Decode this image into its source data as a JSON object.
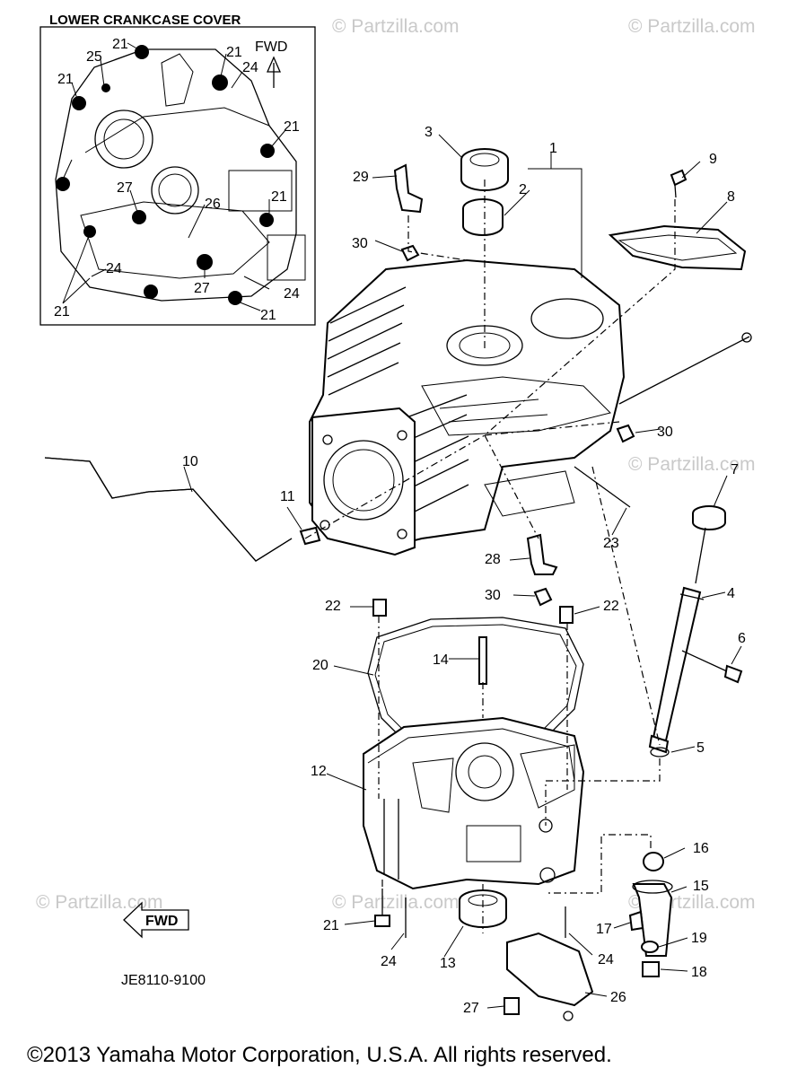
{
  "inset": {
    "title": "LOWER CRANKCASE COVER",
    "fwd_label": "FWD",
    "labels": [
      {
        "key": "a",
        "text": "21"
      },
      {
        "key": "b",
        "text": "25"
      },
      {
        "key": "c",
        "text": "21"
      },
      {
        "key": "d",
        "text": "21"
      },
      {
        "key": "e",
        "text": "24"
      },
      {
        "key": "f",
        "text": "21"
      },
      {
        "key": "g",
        "text": "27"
      },
      {
        "key": "h",
        "text": "26"
      },
      {
        "key": "i",
        "text": "21"
      },
      {
        "key": "j",
        "text": "24"
      },
      {
        "key": "k",
        "text": "27"
      },
      {
        "key": "l",
        "text": "24"
      },
      {
        "key": "m",
        "text": "21"
      },
      {
        "key": "n",
        "text": "21"
      },
      {
        "key": "o",
        "text": "21"
      }
    ]
  },
  "callouts": {
    "c1": "1",
    "c2": "2",
    "c3": "3",
    "c4": "4",
    "c5": "5",
    "c6": "6",
    "c7": "7",
    "c8": "8",
    "c9": "9",
    "c10": "10",
    "c11": "11",
    "c12": "12",
    "c13": "13",
    "c14": "14",
    "c15": "15",
    "c16": "16",
    "c17": "17",
    "c18": "18",
    "c19": "19",
    "c20": "20",
    "c21": "21",
    "c22a": "22",
    "c22b": "22",
    "c23": "23",
    "c24a": "24",
    "c24b": "24",
    "c26": "26",
    "c27": "27",
    "c28": "28",
    "c29": "29",
    "c30a": "30",
    "c30b": "30",
    "c30c": "30"
  },
  "fwd_arrow_label": "FWD",
  "diagram_code": "JE8110-9100",
  "watermark": "© Partzilla.com",
  "copyright": "©2013 Yamaha Motor Corporation, U.S.A. All rights reserved."
}
